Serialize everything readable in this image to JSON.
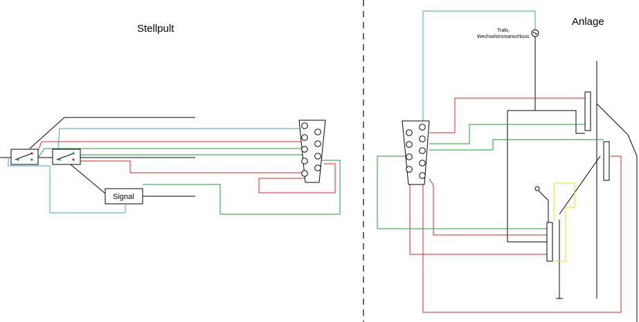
{
  "sections": {
    "left_title": "Stellpult",
    "right_title": "Anlage"
  },
  "components": {
    "signal_label": "Signal",
    "trafo_label_line1": "Trafo,",
    "trafo_label_line2": "Wechselstromanschluss"
  },
  "colors": {
    "wire_black": "#000000",
    "wire_red": "#e02020",
    "wire_green": "#1f9a3a",
    "wire_blue": "#3aa6c6",
    "wire_yellow": "#e8e000",
    "background": "#ffffff"
  }
}
